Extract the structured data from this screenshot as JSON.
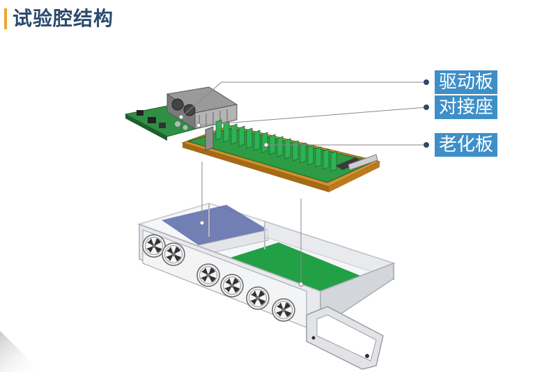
{
  "header": {
    "title": "试验腔结构"
  },
  "labels": {
    "driver_board": "驱动板",
    "connector": "对接座",
    "burnin_board": "老化板"
  },
  "colors": {
    "title": "#2c4a6e",
    "title_accent": "#f0a52a",
    "label_bg": "#3e8fc8",
    "pcb_green": "#21a046",
    "driver_zone": "#5b6aa8",
    "heatsink": "#8c8c8c",
    "chamber_frame": "#d8dadf"
  },
  "icons": [
    "fan-icon",
    "heatsink-icon"
  ]
}
